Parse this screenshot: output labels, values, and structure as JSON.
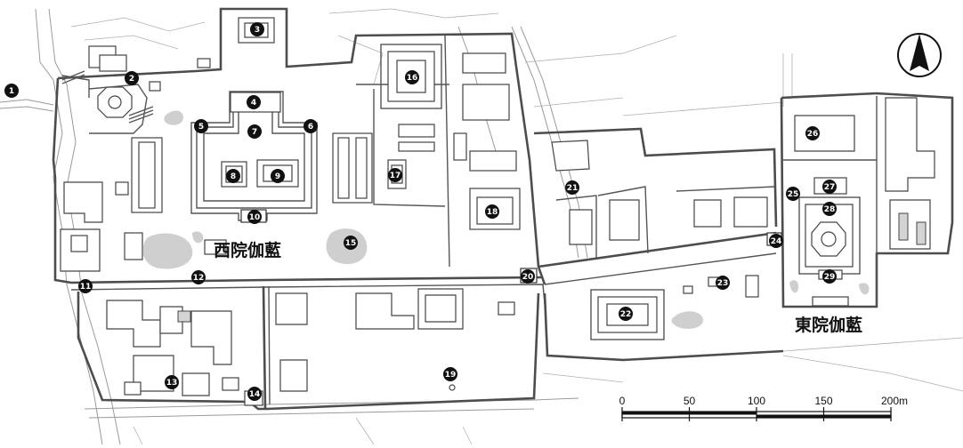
{
  "labels": {
    "west_precinct": "西院伽藍",
    "east_precinct": "東院伽藍"
  },
  "markers": [
    "1",
    "2",
    "3",
    "4",
    "5",
    "6",
    "7",
    "8",
    "9",
    "10",
    "11",
    "12",
    "13",
    "14",
    "15",
    "16",
    "17",
    "18",
    "19",
    "20",
    "21",
    "22",
    "23",
    "24",
    "25",
    "26",
    "27",
    "28",
    "29"
  ],
  "scale_bar": {
    "ticks": [
      "0",
      "50",
      "100",
      "150",
      "200m"
    ],
    "max_value": 200,
    "unit": "m"
  },
  "north_arrow_icon": "north-arrow-icon",
  "colors": {
    "lines": "#4d4d4d",
    "ponds": "#cfcfcf",
    "markers": "#111111"
  }
}
